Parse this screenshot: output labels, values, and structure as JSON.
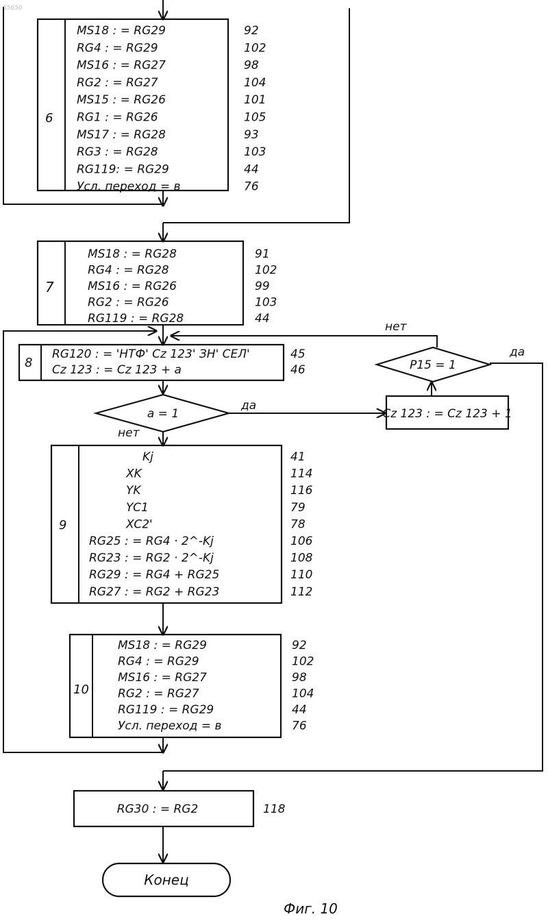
{
  "page_id": "55650",
  "blocks": {
    "b6": {
      "number": "6",
      "lines": [
        "MS18 : = RG29",
        "RG4 : = RG29",
        "MS16 : = RG27",
        "RG2 : = RG27",
        "MS15 : = RG26",
        "RG1 : = RG26",
        "MS17 : = RG28",
        "RG3 : = RG28",
        "RG119: = RG29",
        "Усл. переход = в"
      ],
      "refs": [
        "92",
        "102",
        "98",
        "104",
        "101",
        "105",
        "93",
        "103",
        "44",
        "76"
      ]
    },
    "b7": {
      "number": "7",
      "lines": [
        "MS18 : = RG28",
        "RG4 : = RG28",
        "MS16 : = RG26",
        "RG2 : = RG26",
        "RG119 : = RG28"
      ],
      "refs": [
        "91",
        "102",
        "99",
        "103",
        "44"
      ]
    },
    "b8": {
      "number": "8",
      "lines": [
        "RG120 : = 'НТФ' Cz 123' ЗН' СЕЛ'",
        "Cz 123 : = Cz 123 + a"
      ],
      "refs": [
        "45",
        "46"
      ]
    },
    "b9": {
      "number": "9",
      "lines": [
        "Kj",
        "XK",
        "YK",
        "YC1",
        "XC2'",
        "RG25 : = RG4 · 2^-Kj",
        "RG23 : = RG2 · 2^-Kj",
        "RG29 : = RG4 + RG25",
        "RG27 : = RG2 + RG23"
      ],
      "refs": [
        "41",
        "114",
        "116",
        "79",
        "78",
        "106",
        "108",
        "110",
        "112"
      ]
    },
    "b10": {
      "number": "10",
      "lines": [
        "MS18 : = RG29",
        "RG4 : = RG29",
        "MS16 : = RG27",
        "RG2 : = RG27",
        "RG119 : = RG29",
        "Усл. переход = в"
      ],
      "refs": [
        "92",
        "102",
        "98",
        "104",
        "44",
        "76"
      ]
    },
    "final": {
      "lines": [
        "RG30 : = RG2"
      ],
      "refs": [
        "118"
      ]
    }
  },
  "cz_increment": "Cz 123 : = Cz 123 + 1",
  "decisions": {
    "a": {
      "text": "a = 1",
      "yes": "да",
      "no": "нет"
    },
    "p15": {
      "text": "P15 = 1",
      "yes": "да",
      "no": "нет"
    }
  },
  "terminator": "Конец",
  "caption": "Фиг. 10"
}
